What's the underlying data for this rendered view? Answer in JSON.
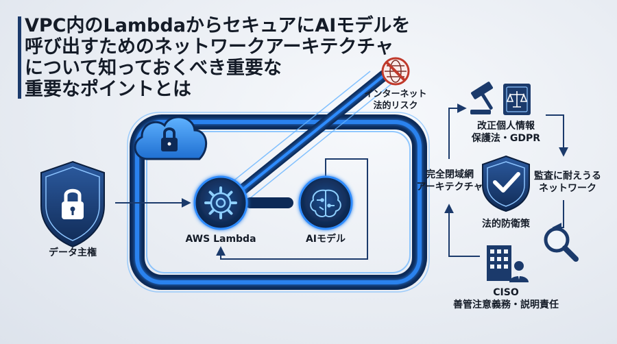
{
  "title": {
    "lines": [
      "VPC内のLambdaからセキュアにAIモデルを",
      "呼び出すためのネットワークアーキテクチャ",
      "について知っておくべき重要な",
      "重要なポイントとは"
    ]
  },
  "labels": {
    "data_sovereignty": "データ主権",
    "aws_lambda": "AWS Lambda",
    "ai_model": "AIモデル",
    "internet_risk": [
      "インターネット",
      "法的リスク"
    ],
    "law": [
      "改正個人情報",
      "保護法・GDPR"
    ],
    "closed_network": [
      "完全閉域網",
      "アーキテクチャ"
    ],
    "audit_network": [
      "監査に耐えうる",
      "ネットワーク"
    ],
    "legal_defense": "法的防衛策",
    "ciso": [
      "CISO",
      "善管注意義務・説明責任"
    ]
  },
  "colors": {
    "navy": "#1b3a6b",
    "glow": "#2f8cff",
    "risk_red": "#c0392b"
  },
  "icons": [
    "lock-shield-icon",
    "cloud-lock-icon",
    "gear-icon",
    "brain-icon",
    "globe-prohibited-icon",
    "gavel-icon",
    "law-book-icon",
    "check-shield-icon",
    "magnifier-icon",
    "building-person-icon"
  ]
}
